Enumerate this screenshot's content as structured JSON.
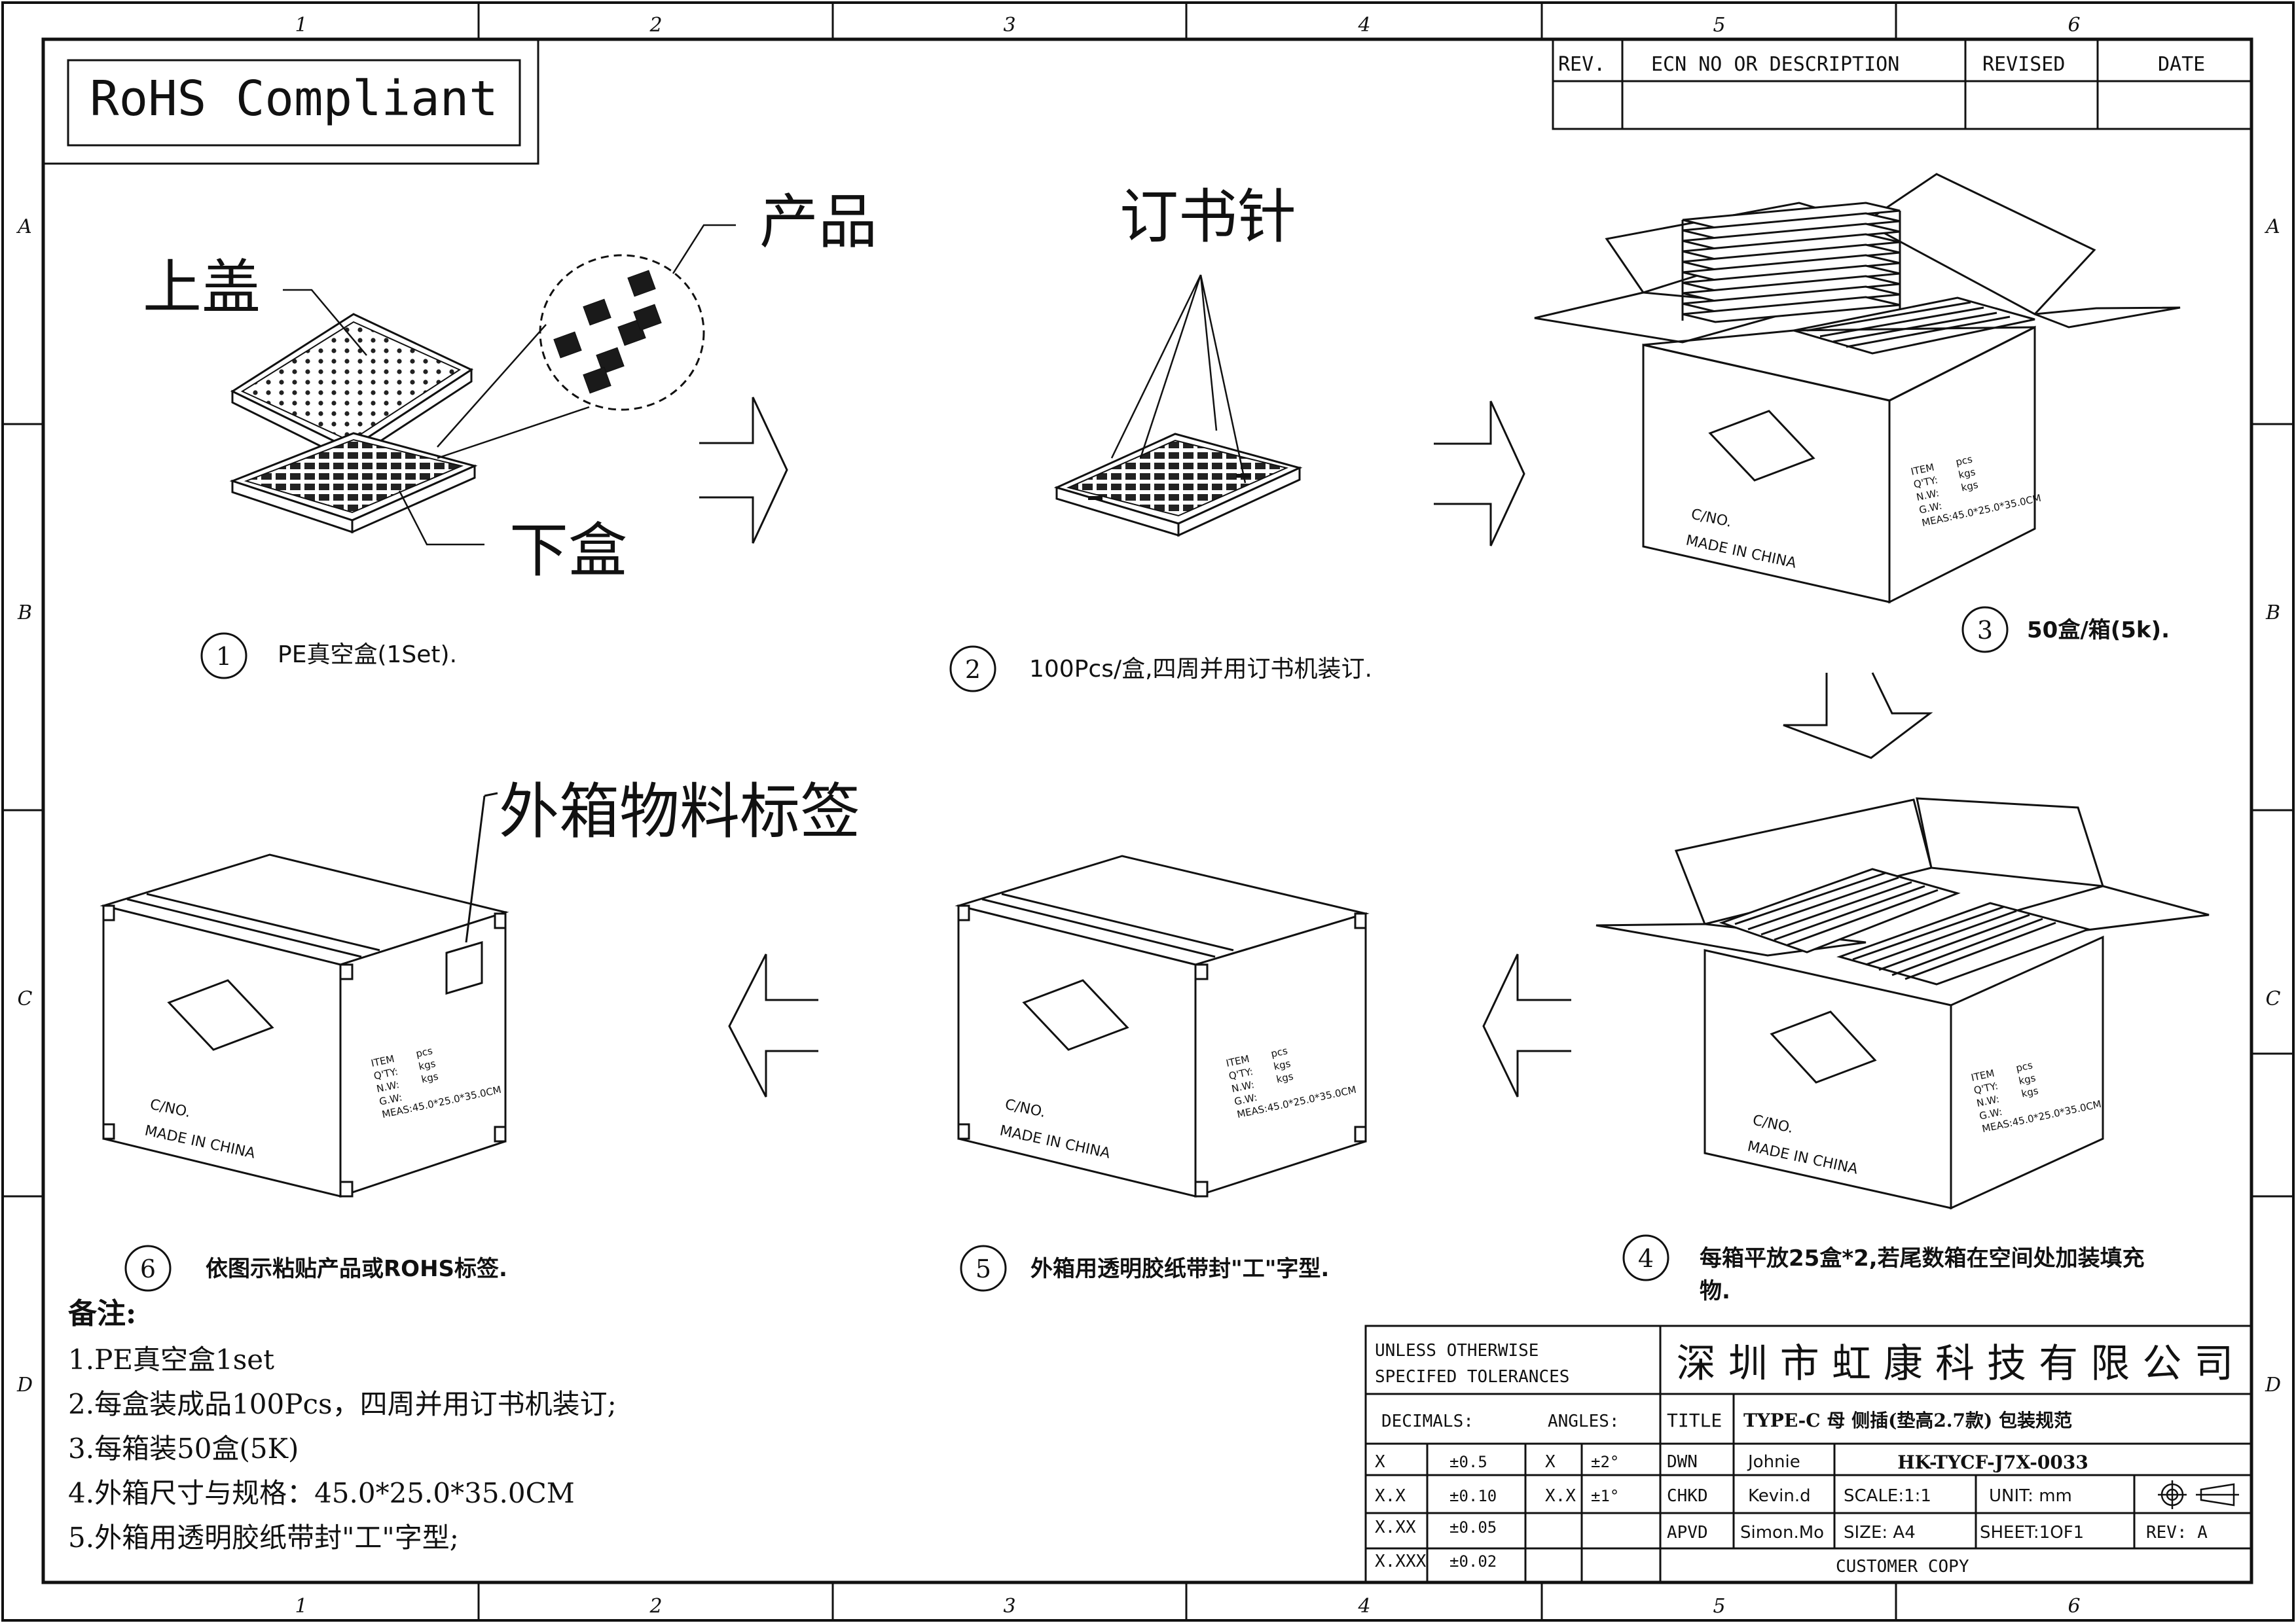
{
  "frame": {
    "col_labels": [
      "1",
      "2",
      "3",
      "4",
      "5",
      "6"
    ],
    "row_labels": [
      "A",
      "B",
      "C",
      "D"
    ]
  },
  "rohs": "RoHS Compliant",
  "revision_table": {
    "headers": [
      "REV.",
      "ECN NO OR DESCRIPTION",
      "REVISED",
      "DATE"
    ]
  },
  "callouts": {
    "product": "产品",
    "lid": "上盖",
    "tray": "下盒",
    "staple": "订书针",
    "label": "外箱物料标签"
  },
  "carton_print": {
    "cno": "C/NO.",
    "made_in": "MADE IN  CHINA",
    "item": "ITEM",
    "qty": "Q'TY:",
    "nw": "N.W:",
    "gw": "G.W:",
    "meas": "MEAS:45.0*25.0*35.0CM",
    "pcs": "pcs",
    "kgs1": "kgs",
    "kgs2": "kgs"
  },
  "steps": [
    {
      "num": "1",
      "text": "PE真空盒(1Set)."
    },
    {
      "num": "2",
      "text": "100Pcs/盒,四周并用订书机装订."
    },
    {
      "num": "3",
      "text": "50盒/箱(5k)."
    },
    {
      "num": "4",
      "text_line1": "每箱平放25盒*2,若尾数箱在空间处加装填充",
      "text_line2": "物."
    },
    {
      "num": "5",
      "text": "外箱用透明胶纸带封\"工\"字型."
    },
    {
      "num": "6",
      "text": "依图示粘贴产品或ROHS标签."
    }
  ],
  "notes": {
    "title": "备注:",
    "lines": [
      "1.PE真空盒1set",
      "2.每盒装成品100Pcs，四周并用订书机装订;",
      "3.每箱装50盒(5K)",
      "4.外箱尺寸与规格：45.0*25.0*35.0CM",
      "5.外箱用透明胶纸带封\"工\"字型;"
    ]
  },
  "title_block": {
    "tol_line1": "UNLESS OTHERWISE",
    "tol_line2": "SPECIFED TOLERANCES",
    "decimals": "DECIMALS:",
    "angles": "ANGLES:",
    "tol_rows": [
      {
        "d": "X",
        "dv": "±0.5",
        "a": "X",
        "av": "±2°"
      },
      {
        "d": "X.X",
        "dv": "±0.10",
        "a": "X.X",
        "av": "±1°"
      },
      {
        "d": "X.XX",
        "dv": "±0.05",
        "a": "",
        "av": ""
      },
      {
        "d": "X.XXX",
        "dv": "±0.02",
        "a": "",
        "av": ""
      }
    ],
    "company": "深 圳 市 虹 康 科 技 有 限 公 司",
    "title_label": "TITLE",
    "title_value": "TYPE-C 母 侧插(垫高2.7款) 包装规范",
    "dwn_label": "DWN",
    "dwn_name": "Johnie",
    "part_no": "HK-TYCF-J7X-0033",
    "chkd_label": "CHKD",
    "chkd_name": "Kevin.d",
    "scale": "SCALE:1:1",
    "unit": "UNIT:  mm",
    "apvd_label": "APVD",
    "apvd_name": "Simon.Mo",
    "size": "SIZE: A4",
    "sheet": "SHEET:1OF1",
    "rev": "REV: A",
    "customer_copy": "CUSTOMER COPY"
  }
}
